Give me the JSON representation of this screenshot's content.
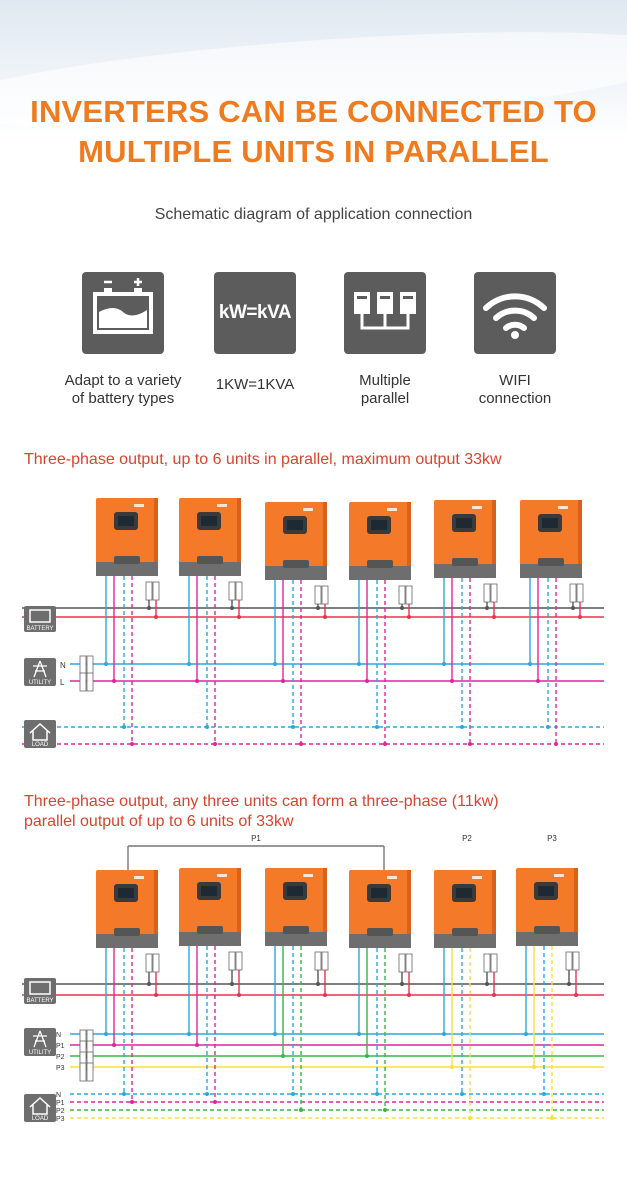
{
  "header": {
    "title_line1": "INVERTERS CAN BE CONNECTED TO",
    "title_line2": "MULTIPLE UNITS IN PARALLEL",
    "subtitle": "Schematic diagram of application connection"
  },
  "features": [
    {
      "icon": "battery-icon",
      "label_line1": "Adapt to a variety",
      "label_line2": "of battery types"
    },
    {
      "icon": "kw-kva-icon",
      "icon_text": "kW=kVA",
      "label_line1": "1KW=1KVA",
      "label_line2": ""
    },
    {
      "icon": "parallel-units-icon",
      "label_line1": "Multiple",
      "label_line2": "parallel"
    },
    {
      "icon": "wifi-icon",
      "label_line1": "WIFI",
      "label_line2": "connection"
    }
  ],
  "section1": {
    "title": "Three-phase output, up to 6 units in parallel, maximum output 33kw",
    "labels": {
      "battery": "BATTERY",
      "utility": "UTILITY",
      "load": "LOAD",
      "n": "N",
      "l": "L"
    }
  },
  "section2": {
    "title_line1": "Three-phase output, any three units can form a three-phase (11kw)",
    "title_line2": "parallel output of up to 6 units of 33kw",
    "group_labels": {
      "p1": "P1",
      "p2": "P2",
      "p3": "P3"
    },
    "labels": {
      "battery": "BATTERY",
      "utility": "UTILITY",
      "load": "LOAD",
      "n": "N",
      "p1": "P1",
      "p2": "P2",
      "p3": "P3"
    }
  },
  "colors": {
    "title_orange": "#f07a1e",
    "section_red": "#d8442c",
    "inverter_orange": "#f47a2a",
    "inverter_gray": "#6e6e6e",
    "wire_gray": "#555555",
    "wire_red": "#e8334a",
    "wire_blue": "#2aa7e0",
    "wire_magenta": "#e0259c",
    "wire_green": "#39b54a",
    "wire_yellow": "#f5e03a"
  }
}
